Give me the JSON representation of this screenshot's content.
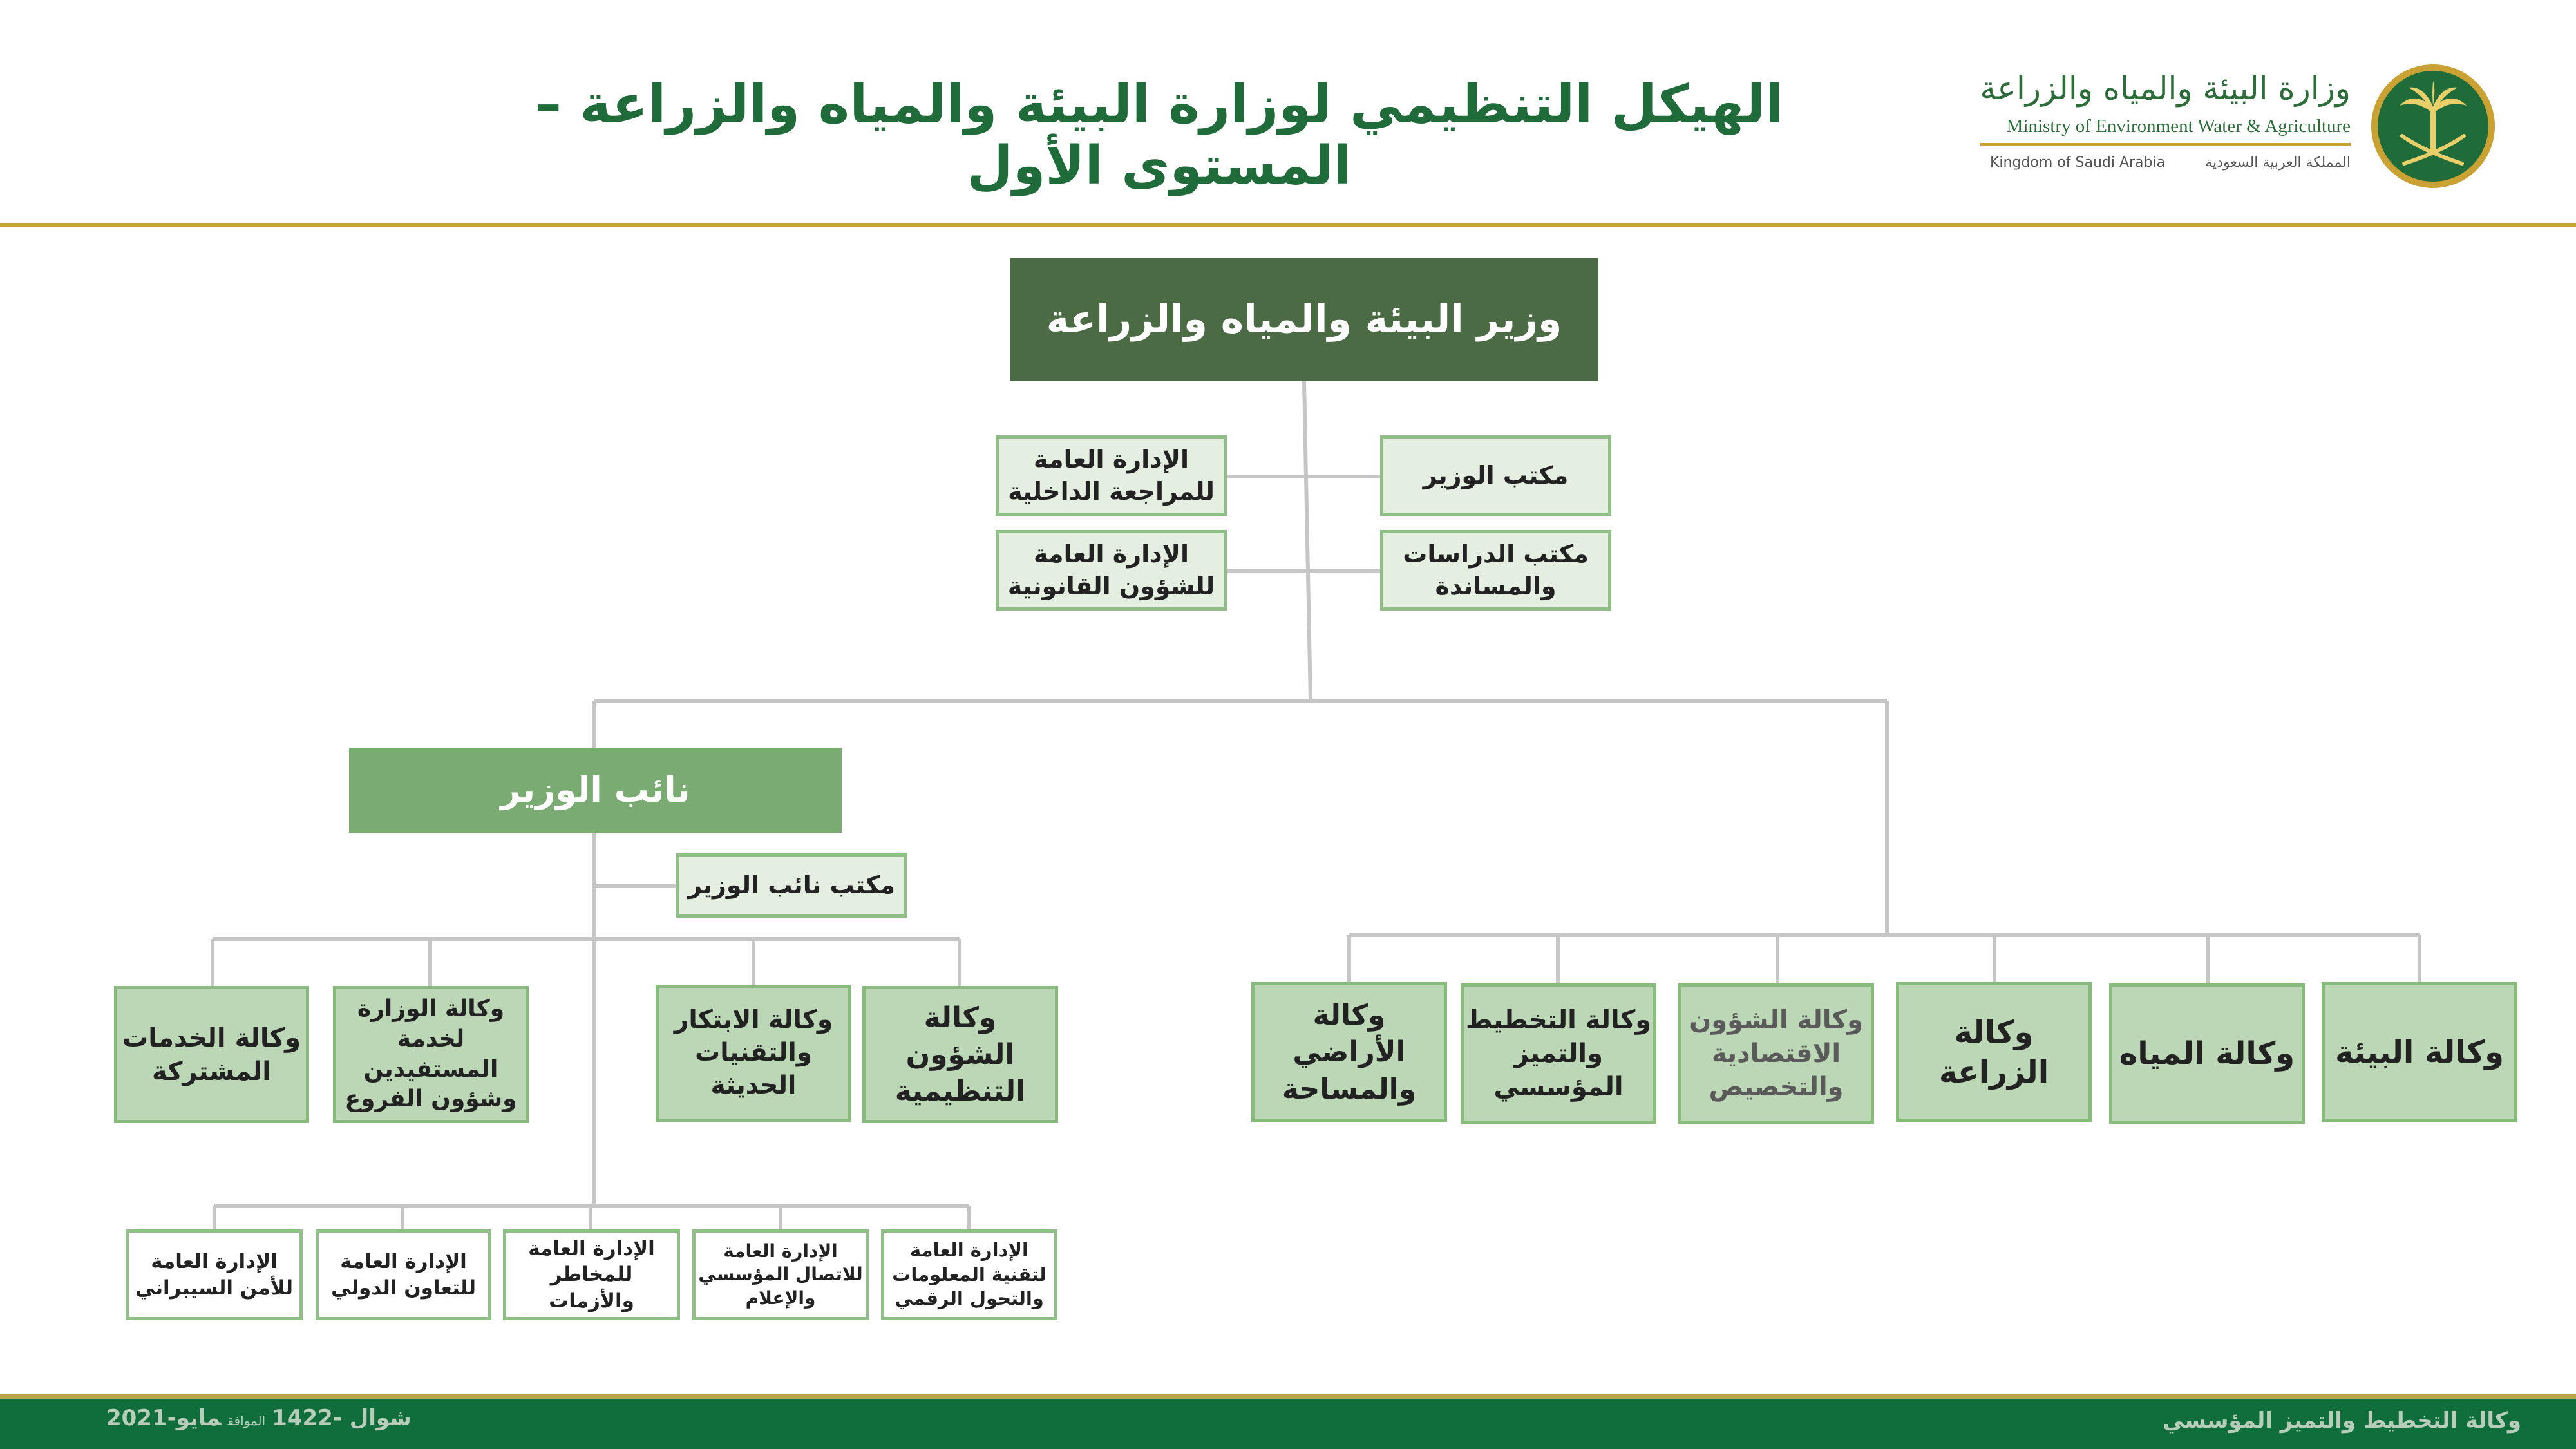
{
  "header": {
    "title": "الهيكل التنظيمي لوزارة البيئة والمياه والزراعة – المستوى الأول",
    "logo": {
      "arabic_name": "وزارة البيئة والمياه والزراعة",
      "english_name": "Ministry of Environment Water & Agriculture",
      "kingdom_en": "Kingdom of Saudi Arabia",
      "kingdom_ar": "المملكة العربية السعودية",
      "emblem_icon": "palm-and-swords-emblem"
    }
  },
  "chart": {
    "minister": "وزير البيئة والمياه والزراعة",
    "minister_offices_left": [
      "الإدارة العامة للمراجعة الداخلية",
      "الإدارة العامة للشؤون القانونية"
    ],
    "minister_offices_right": [
      "مكتب الوزير",
      "مكتب الدراسات والمساندة"
    ],
    "deputy": "نائب الوزير",
    "deputy_office": "مكتب نائب الوزير",
    "deputy_agencies": [
      "وكالة الخدمات المشتركة",
      "وكالة الوزارة لخدمة المستفيدين وشؤون الفروع",
      "وكالة الابتكار والتقنيات الحديثة",
      "وكالة الشؤون التنظيمية"
    ],
    "deputy_departments": [
      "الإدارة العامة للأمن السيبراني",
      "الإدارة العامة للتعاون الدولي",
      "الإدارة العامة للمخاطر والأزمات",
      "الإدارة العامة للاتصال المؤسسي والإعلام",
      "الإدارة العامة لتقنية المعلومات والتحول الرقمي"
    ],
    "minister_agencies": [
      "وكالة الأراضي والمساحة",
      "وكالة التخطيط والتميز المؤسسي",
      "وكالة الشؤون الاقتصادية والتخصيص",
      "وكالة الزراعة",
      "وكالة المياه",
      "وكالة البيئة"
    ]
  },
  "colors": {
    "primary_green": "#4a6b44",
    "deputy_green": "#7aab72",
    "agency_fill": "#bcd7b6",
    "title_green": "#1f6b3a",
    "gold": "#c9a233",
    "footer_green": "#0f6e3c"
  },
  "footer": {
    "hijri": "شوال -1422",
    "separator": "الموافق",
    "gregorian": "مايو-2021",
    "agency": "وكالة التخطيط والتميز المؤسسي"
  }
}
